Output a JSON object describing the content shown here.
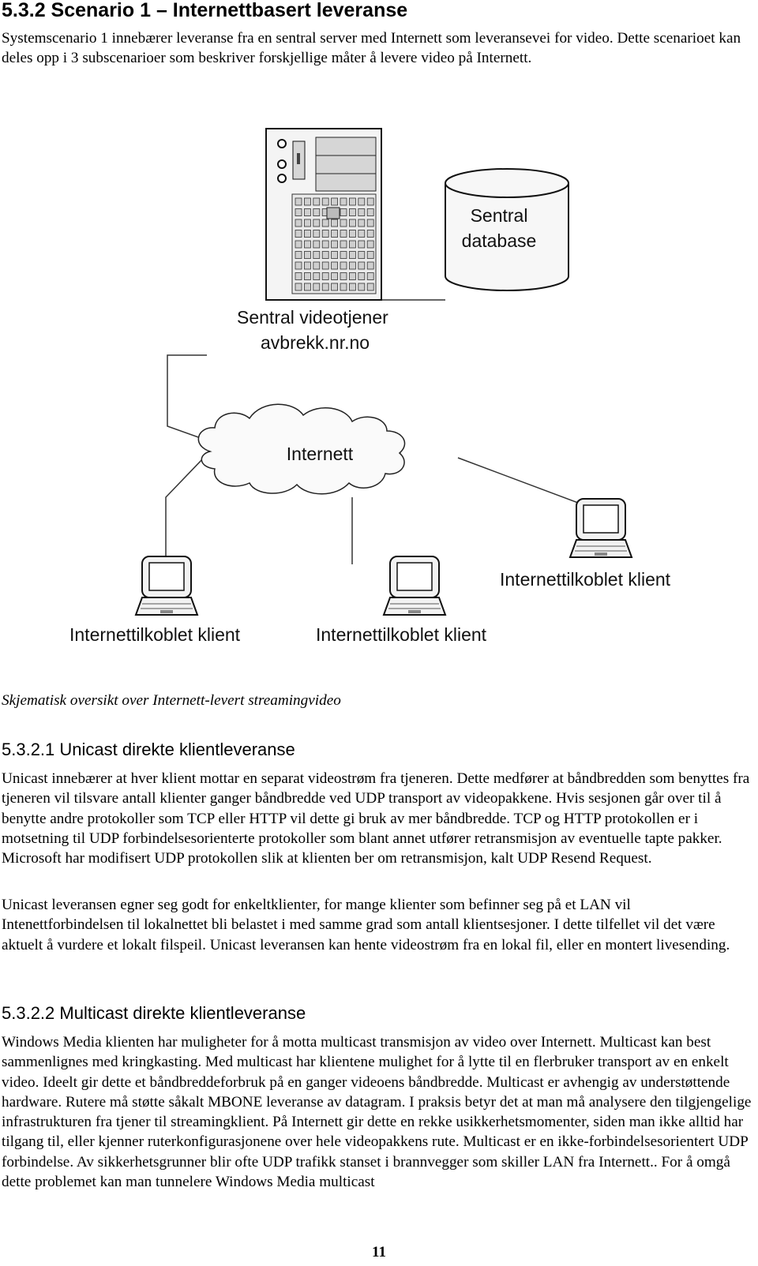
{
  "section": {
    "title": "5.3.2 Scenario 1 – Internettbasert leveranse"
  },
  "intro": "Systemscenario 1 innebærer leveranse fra en sentral server med Internett som leveransevei for video. Dette scenarioet kan deles opp i 3 subscenarioer som beskriver forskjellige måter å levere video på Internett.",
  "figure": {
    "server_label_1": "Sentral videotjener",
    "server_label_2": "avbrekk.nr.no",
    "database_label_1": "Sentral",
    "database_label_2": "database",
    "cloud_label": "Internett",
    "client_right_label": "Internettilkoblet klient",
    "client_left_label": "Internettilkoblet klient",
    "client_middle_label": "Internettilkoblet klient",
    "icons": [
      "server-icon",
      "database-icon",
      "cloud-icon",
      "laptop-icon"
    ]
  },
  "caption": "Skjematisk oversikt over Internett-levert streamingvideo",
  "subsection1": {
    "title": "5.3.2.1 Unicast direkte klientleveranse",
    "paragraph1": "Unicast innebærer at hver klient mottar en separat videostrøm fra tjeneren. Dette medfører at båndbredden som benyttes fra tjeneren vil tilsvare antall klienter ganger båndbredde ved UDP transport av videopakkene. Hvis sesjonen går over til å benytte andre protokoller som TCP eller HTTP vil dette gi bruk av mer båndbredde. TCP og HTTP protokollen er i motsetning til UDP forbindelsesorienterte protokoller som blant annet utfører retransmisjon av eventuelle tapte pakker. Microsoft har modifisert UDP protokollen slik at klienten ber om retransmisjon, kalt UDP Resend Request.",
    "paragraph2": "Unicast leveransen egner seg godt for enkeltklienter, for mange klienter som befinner seg på et LAN vil Intenettforbindelsen til lokalnettet bli belastet i med samme grad som antall klientsesjoner. I dette tilfellet vil det være aktuelt å vurdere et lokalt filspeil. Unicast leveransen kan hente videostrøm fra en lokal fil, eller en montert livesending."
  },
  "subsection2": {
    "title": "5.3.2.2 Multicast direkte klientleveranse",
    "paragraph1": "Windows Media klienten har muligheter for å motta multicast transmisjon av video over Internett. Multicast kan best sammenlignes med kringkasting. Med multicast har klientene mulighet for å lytte til en flerbruker transport av en enkelt video. Ideelt gir dette et båndbreddeforbruk på en ganger videoens båndbredde. Multicast er avhengig av understøttende hardware. Rutere må støtte såkalt MBONE leveranse av datagram. I praksis betyr det at man må analysere den tilgjengelige infrastrukturen fra tjener til streamingklient. På Internett gir dette en rekke usikkerhetsmomenter, siden man ikke alltid har tilgang til, eller kjenner ruterkonfigurasjonene over hele videopakkens rute. Multicast er en ikke-forbindelsesorientert UDP forbindelse. Av sikkerhetsgrunner blir ofte UDP trafikk stanset i brannvegger som skiller LAN fra Internett.. For å omgå dette problemet kan man tunnelere Windows Media multicast"
  },
  "page_number": "11"
}
